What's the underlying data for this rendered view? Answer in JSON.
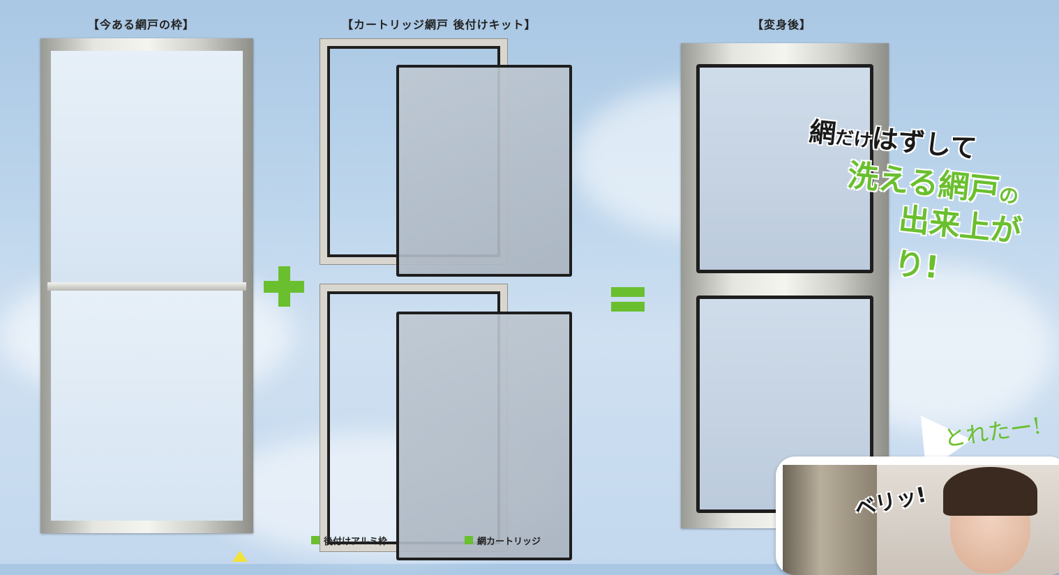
{
  "labels": {
    "existing_frame": "【今ある網戸の枠】",
    "kit": "【カートリッジ網戸 後付けキット】",
    "after": "【変身後】"
  },
  "symbols": {
    "plus": "+",
    "equals": "="
  },
  "legend": {
    "aluminum_frame": "後付けアルミ枠",
    "net_cartridge": "網カートリッジ"
  },
  "headline": {
    "line1_big": "網",
    "line1_small": "だけ",
    "line1_rest": "はずして",
    "line2": "洗える網戸",
    "line2_suffix": "の",
    "line3": "出来上がり",
    "line3_suffix": "!"
  },
  "callout": {
    "shout": "とれたー!",
    "sound": "ベリッ!"
  },
  "colors": {
    "accent_green": "#6abf2f",
    "text_dark": "#1a1a1a"
  }
}
